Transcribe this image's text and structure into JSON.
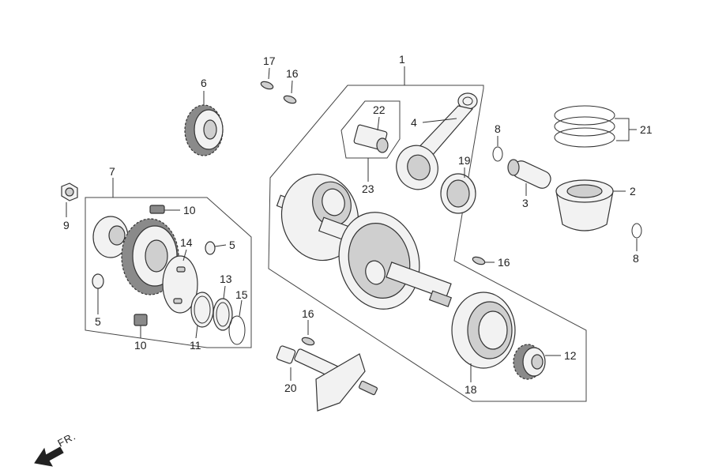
{
  "callouts": {
    "c1": "1",
    "c2": "2",
    "c3": "3",
    "c4": "4",
    "c5a": "5",
    "c5b": "5",
    "c6": "6",
    "c7": "7",
    "c8a": "8",
    "c8b": "8",
    "c9": "9",
    "c10a": "10",
    "c10b": "10",
    "c11": "11",
    "c12": "12",
    "c13": "13",
    "c14": "14",
    "c15": "15",
    "c16a": "16",
    "c16b": "16",
    "c16c": "16",
    "c17": "17",
    "c18": "18",
    "c19": "19",
    "c20": "20",
    "c21": "21",
    "c22": "22",
    "c23": "23"
  },
  "direction_label": "FR.",
  "icons": {
    "direction": "front-direction-arrow-icon"
  }
}
